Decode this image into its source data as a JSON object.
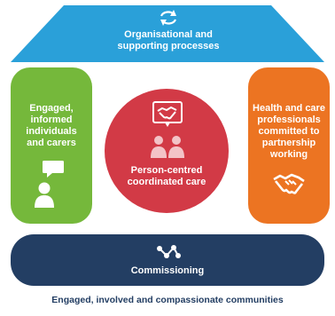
{
  "roof": {
    "title_line1": "Organisational and",
    "title_line2": "supporting processes",
    "icon": "refresh-arrows-icon",
    "color": "#2aa0d9"
  },
  "left_pillar": {
    "lines": [
      "Engaged,",
      "informed",
      "individuals",
      "and carers"
    ],
    "icons": [
      "speech-bubble-icon",
      "person-icon"
    ],
    "color": "#75b83b"
  },
  "center": {
    "line1": "Person-centred",
    "line2": "coordinated care",
    "icons": [
      "handshake-bubble-icon",
      "two-people-icon"
    ],
    "color": "#d23a46"
  },
  "right_pillar": {
    "lines": [
      "Health and care",
      "professionals",
      "committed to",
      "partnership",
      "working"
    ],
    "icon": "handshake-icon",
    "color": "#ec7422"
  },
  "base": {
    "label": "Commissioning",
    "icon": "network-nodes-icon",
    "color": "#233e63"
  },
  "foundation": {
    "label": "Engaged, involved and compassionate communities"
  }
}
